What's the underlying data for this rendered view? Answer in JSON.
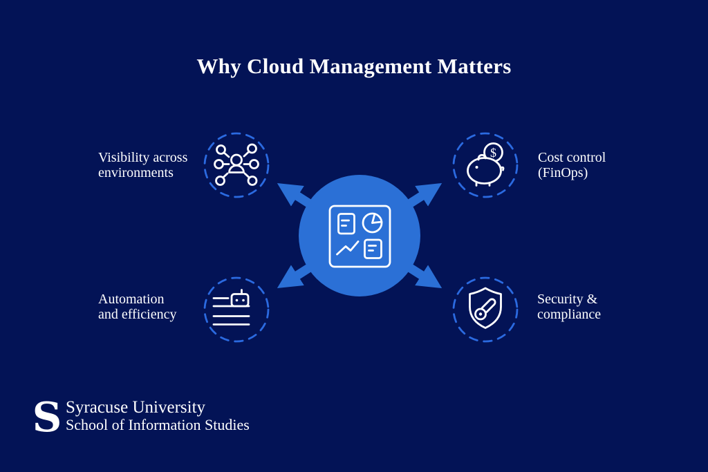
{
  "title": "Why Cloud Management Matters",
  "palette": {
    "background": "#031356",
    "hub_blue": "#2b70d6",
    "dashed_ring_blue": "#2b6ae0",
    "text_white": "#ffffff"
  },
  "hub": {
    "icon": "dashboard-charts-icon",
    "arrows": [
      "up-left",
      "up-right",
      "down-left",
      "down-right"
    ]
  },
  "nodes": [
    {
      "position": "top-left",
      "icon": "network-people-icon",
      "line1": "Visibility across",
      "line2": "environments"
    },
    {
      "position": "top-right",
      "icon": "piggy-bank-icon",
      "line1": "Cost control",
      "line2": "(FinOps)"
    },
    {
      "position": "bottom-left",
      "icon": "automation-robot-icon",
      "line1": "Automation",
      "line2": "and efficiency"
    },
    {
      "position": "bottom-right",
      "icon": "shield-key-icon",
      "line1": "Security &",
      "line2": "compliance"
    }
  ],
  "coin_symbol": "$",
  "footer": {
    "logo_letter": "S",
    "org_name": "Syracuse University",
    "org_unit": "School of Information Studies"
  }
}
